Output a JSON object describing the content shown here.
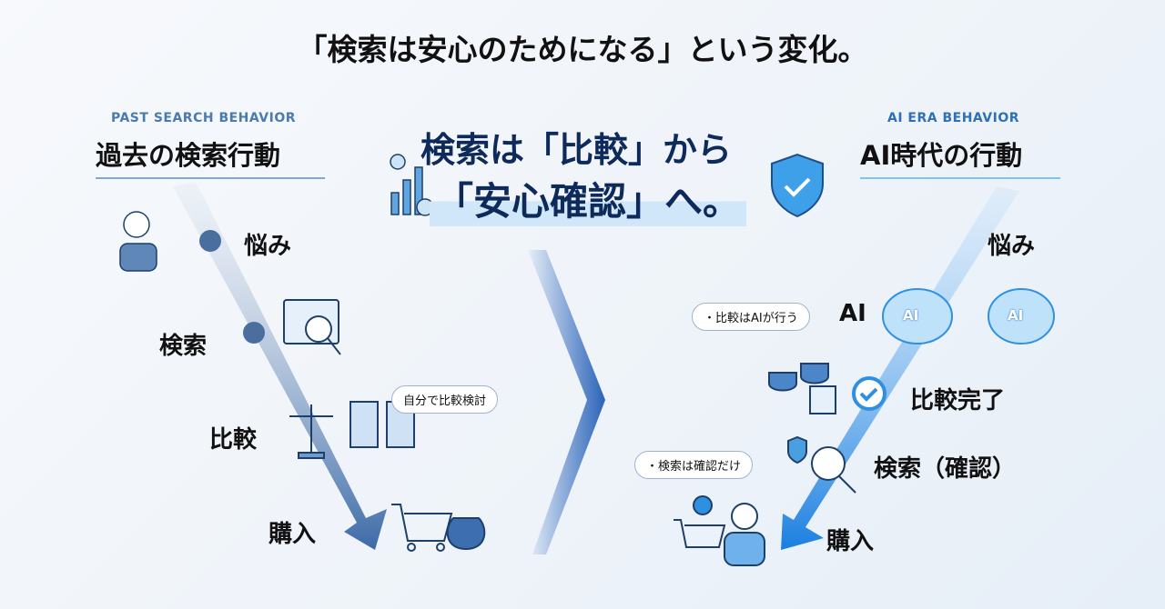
{
  "title": "「検索は安心のためになる」という変化。",
  "left": {
    "subtitle_en": "PAST SEARCH BEHAVIOR",
    "subtitle_jp": "過去の検索行動",
    "steps": [
      "悩み",
      "検索",
      "比較",
      "購入"
    ],
    "note": "自分で比較検討"
  },
  "center": {
    "line1": "検索は「比較」から",
    "line2": "「安心確認」へ。"
  },
  "right": {
    "subtitle_en": "AI ERA BEHAVIOR",
    "subtitle_jp": "AI時代の行動",
    "steps": [
      "悩み",
      "AI",
      "比較完了",
      "検索（確認）",
      "購入"
    ],
    "notes": [
      "・比較はAIが行う",
      "・検索は確認だけ"
    ],
    "ai_badge": "AI"
  },
  "colors": {
    "navy": "#0d2a5a",
    "accent": "#2f8fe0",
    "muted": "#4a7ab0"
  }
}
